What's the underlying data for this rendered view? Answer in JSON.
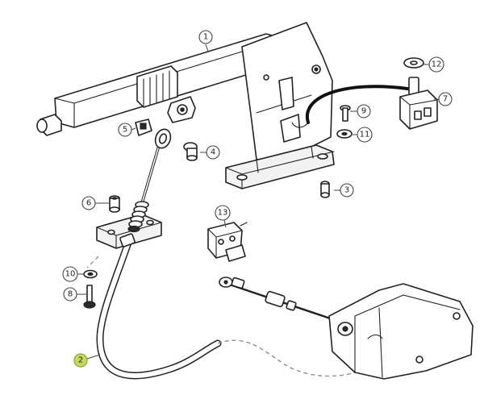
{
  "diagram": {
    "callouts": [
      {
        "id": "callout-1",
        "label": "1"
      },
      {
        "id": "callout-2",
        "label": "2",
        "highlight": true
      },
      {
        "id": "callout-3",
        "label": "3"
      },
      {
        "id": "callout-4",
        "label": "4"
      },
      {
        "id": "callout-5",
        "label": "5"
      },
      {
        "id": "callout-6",
        "label": "6"
      },
      {
        "id": "callout-7",
        "label": "7"
      },
      {
        "id": "callout-8",
        "label": "8"
      },
      {
        "id": "callout-9",
        "label": "9"
      },
      {
        "id": "callout-10",
        "label": "10"
      },
      {
        "id": "callout-11",
        "label": "11"
      },
      {
        "id": "callout-12",
        "label": "12"
      },
      {
        "id": "callout-13",
        "label": "13"
      }
    ],
    "highlight_color": "#c6d95a"
  }
}
